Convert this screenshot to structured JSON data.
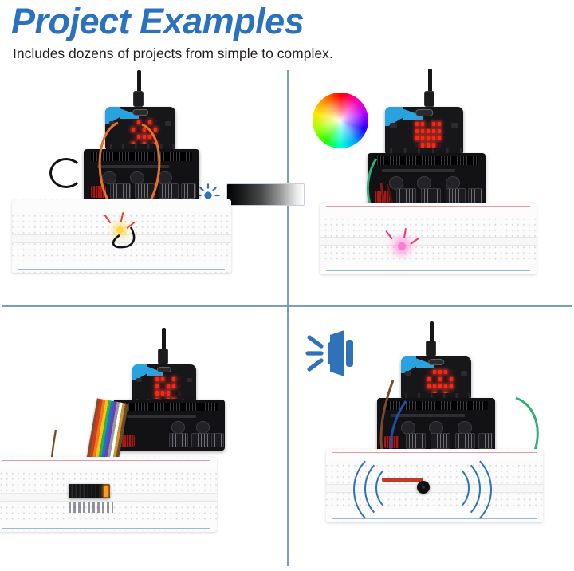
{
  "header": {
    "title": "Project Examples",
    "subtitle": "Includes dozens of projects from simple to complex.",
    "title_color": "#2a71c0",
    "subtitle_color": "#231f20"
  },
  "layout": {
    "background": "#ffffff",
    "divider_color": "#7b9fba",
    "quadrant_count": 4
  },
  "quadrants": [
    {
      "id": "top-left",
      "name": "brightness-led-project",
      "icon": "brightness-sun-icon",
      "icon_color": "#2f72b8",
      "overlay": "brightness-gradient-bar",
      "gradient_from": "#000000",
      "gradient_to": "#ffffff",
      "board": "microbit-with-expansion-shield",
      "component": "single-led-on-breadboard",
      "led_color": "#ffd84a",
      "wire_colors": [
        "#e8722c",
        "#1a1a1a"
      ]
    },
    {
      "id": "top-right",
      "name": "rgb-led-color-project",
      "icon": "color-wheel-icon",
      "board": "microbit-with-expansion-shield",
      "component": "rgb-led-on-breadboard",
      "led_color": "#ff7ad9",
      "wire_colors": [
        "#2faf7a",
        "#8a1b1b",
        "#1a1a1a"
      ]
    },
    {
      "id": "bottom-left",
      "name": "led-bar-graph-project",
      "icon": "none",
      "board": "microbit-with-expansion-shield",
      "component": "led-bar-graph-module",
      "cable": "rainbow-ribbon-cable",
      "lit_segment_color": "#ff9b1a"
    },
    {
      "id": "bottom-right",
      "name": "buzzer-sound-project",
      "icon": "speaker-icon",
      "icon_color": "#2f72b8",
      "board": "microbit-with-expansion-shield",
      "component": "passive-buzzer-on-breadboard",
      "sound_wave_color": "#2f72b8",
      "wire_colors": [
        "#1f4fa8",
        "#2faf7a",
        "#7a4a2a"
      ]
    }
  ],
  "microbit": {
    "accent_color": "#29a3e0",
    "body_color": "#17171a",
    "led_matrix_color": "#ff2417",
    "led_matrix_size": "5x5"
  },
  "breadboard": {
    "body_color": "#fbfbfb",
    "positive_rail_color": "#e79aa6",
    "negative_rail_color": "#9ab7d8"
  }
}
